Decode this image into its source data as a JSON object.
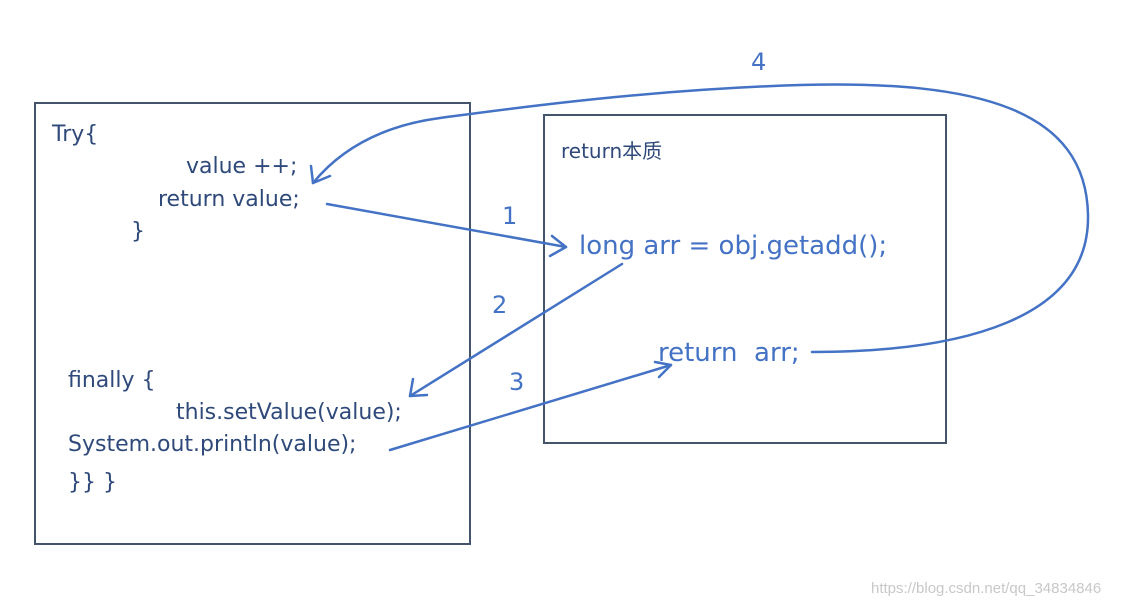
{
  "left_box": {
    "lines": [
      "Try{",
      "value ++;",
      "return value;",
      "}",
      "finally {",
      "this.setValue(value);",
      "System.out.println(value);",
      "}} }"
    ]
  },
  "right_box": {
    "title": "return本质",
    "line1": "long arr = obj.getadd();",
    "line2": "return  arr;"
  },
  "steps": [
    "1",
    "2",
    "3",
    "4"
  ],
  "watermark": "https://blog.csdn.net/qq_34834846",
  "colors": {
    "arrow": "#4472c4",
    "box_border": "#44546a",
    "text": "#2f4a7a"
  }
}
